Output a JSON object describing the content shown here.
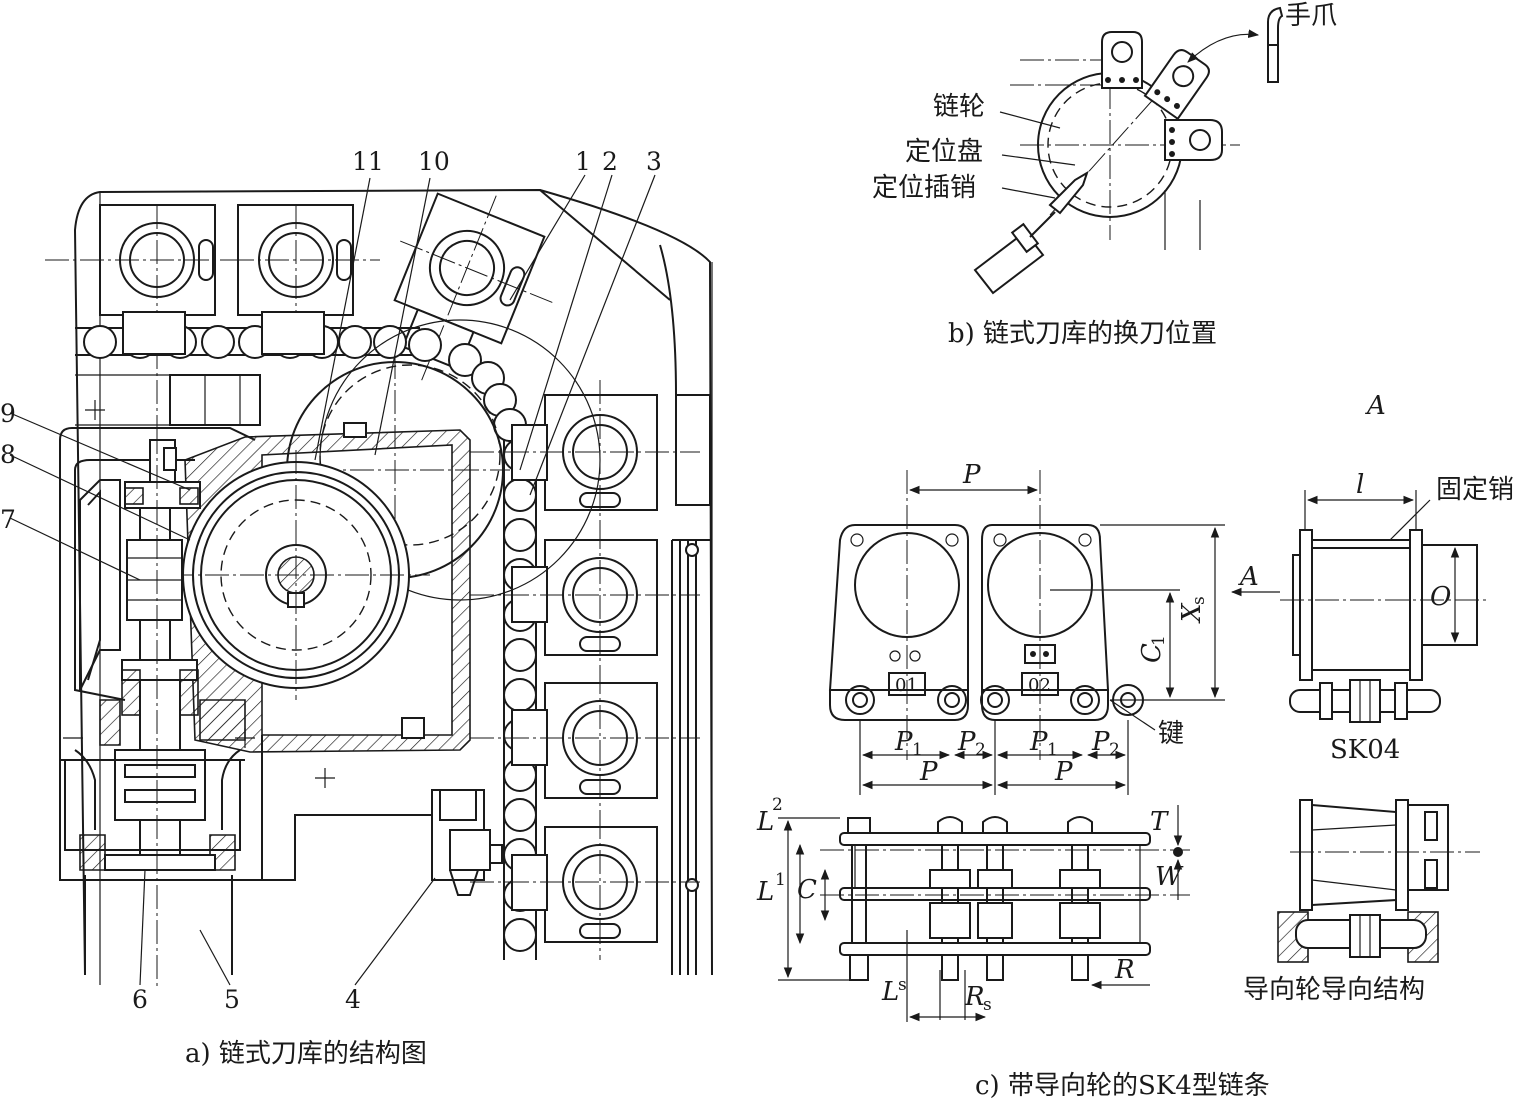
{
  "captions": {
    "a": "a) 链式刀库的结构图",
    "b": "b) 链式刀库的换刀位置",
    "c": "c) 带导向轮的SK4型链条"
  },
  "part_numbers": [
    "1",
    "2",
    "3",
    "4",
    "5",
    "6",
    "7",
    "8",
    "9",
    "10",
    "11"
  ],
  "labels_b": {
    "claw": "手爪",
    "sprocket": "链轮",
    "locating_disc": "定位盘",
    "locating_pin": "定位插销"
  },
  "labels_c": {
    "view": "A",
    "arrow_view": "A",
    "pitch": "P",
    "p1": "P",
    "p1_sub": "1",
    "p2": "P",
    "p2_sub": "2",
    "xs": "X",
    "xs_sub": "s",
    "c1": "C",
    "c1_sub": "1",
    "tag1": "01",
    "tag2": "02",
    "key": "键",
    "l": "l",
    "fixed_pin": "固定销",
    "o": "O",
    "model": "SK04",
    "l2": "L",
    "l2_sub": "2",
    "l1": "L",
    "l1_sub": "1",
    "c": "C",
    "t": "T",
    "w": "W",
    "ls": "L",
    "ls_sub": "s",
    "rs": "R",
    "rs_sub": "s",
    "r": "R",
    "guide_title": "导向轮导向结构"
  }
}
